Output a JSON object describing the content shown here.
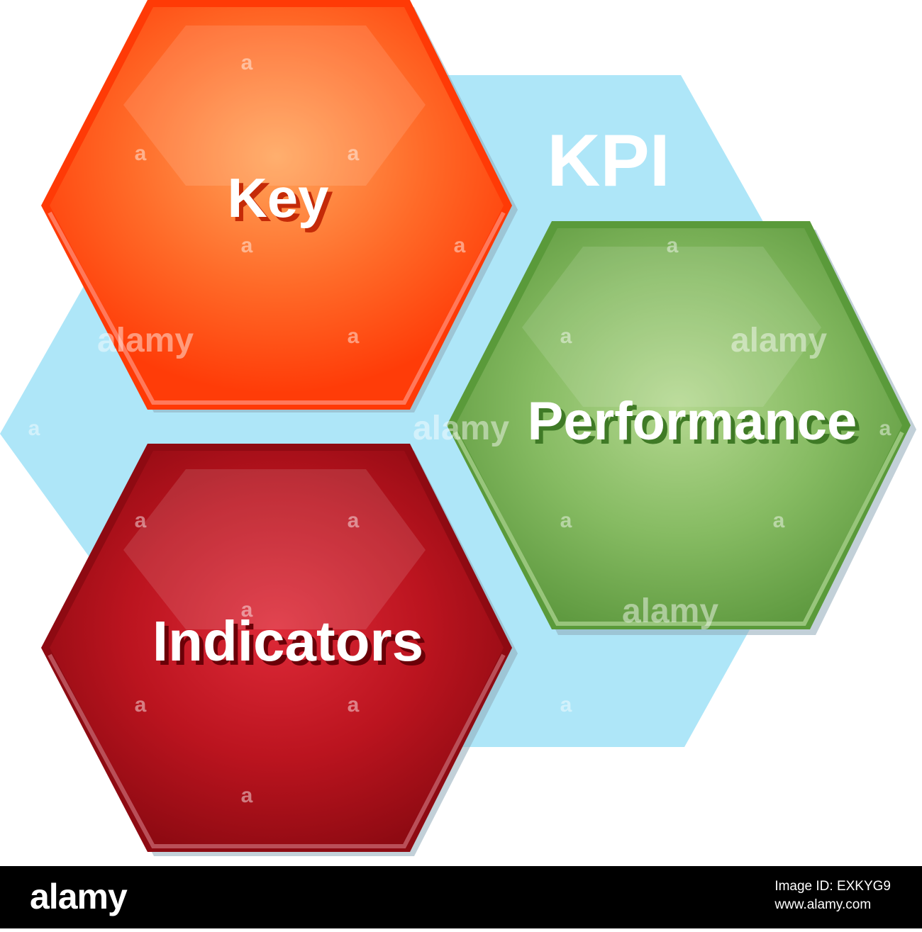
{
  "diagram": {
    "title": "KPI",
    "hexagons": [
      {
        "id": "key",
        "label": "Key",
        "color": "#ff4a14"
      },
      {
        "id": "performance",
        "label": "Performance",
        "color": "#6aa84f"
      },
      {
        "id": "indicators",
        "label": "Indicators",
        "color": "#b0101c"
      }
    ],
    "background_hexagon_color": "#aee6f8"
  },
  "watermark": {
    "brand": "alamy",
    "mark": "a"
  },
  "footer": {
    "logo": "alamy",
    "image_id_line": "Image ID: EXKYG9",
    "url": "www.alamy.com"
  }
}
